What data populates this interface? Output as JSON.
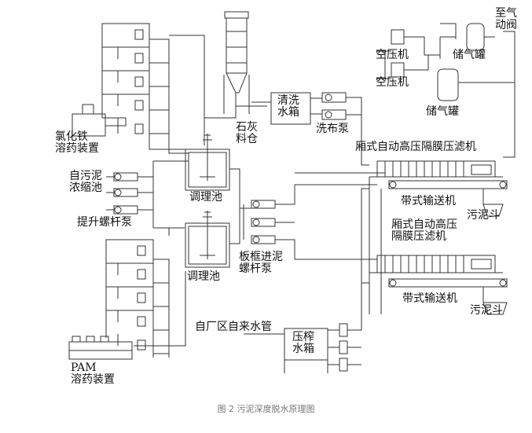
{
  "labels": {
    "ferric_chloride": "氯化铁\n溶药装置",
    "sludge_thickener": "自污泥\n浓缩池",
    "lift_screw_pump": "提升螺杆泵",
    "pam": "PAM\n溶药装置",
    "lime_silo": "石灰\n料仓",
    "conditioning_tank_1": "调理池",
    "conditioning_tank_2": "调理池",
    "wash_water_tank": "清洗\n水箱",
    "cloth_wash_pump": "洗布泵",
    "plate_frame_pump": "板框进泥\n螺杆泵",
    "tap_water": "自厂区自来水管",
    "press_water_tank": "压榨\n水箱",
    "air_compressor_1": "空压机",
    "air_compressor_2": "空压机",
    "air_tank_1": "储气罐",
    "air_tank_2": "储气罐",
    "to_pneumatic_valve": "至气\n动阀",
    "filter_press_1": "厢式自动高压隔膜压滤机",
    "filter_press_2": "厢式自动高压\n隔膜压滤机",
    "belt_conveyor_1": "带式输送机",
    "belt_conveyor_2": "带式输送机",
    "sludge_hopper_1": "污泥斗",
    "sludge_hopper_2": "污泥斗"
  },
  "caption": "图 2 污泥深度脱水原理图"
}
